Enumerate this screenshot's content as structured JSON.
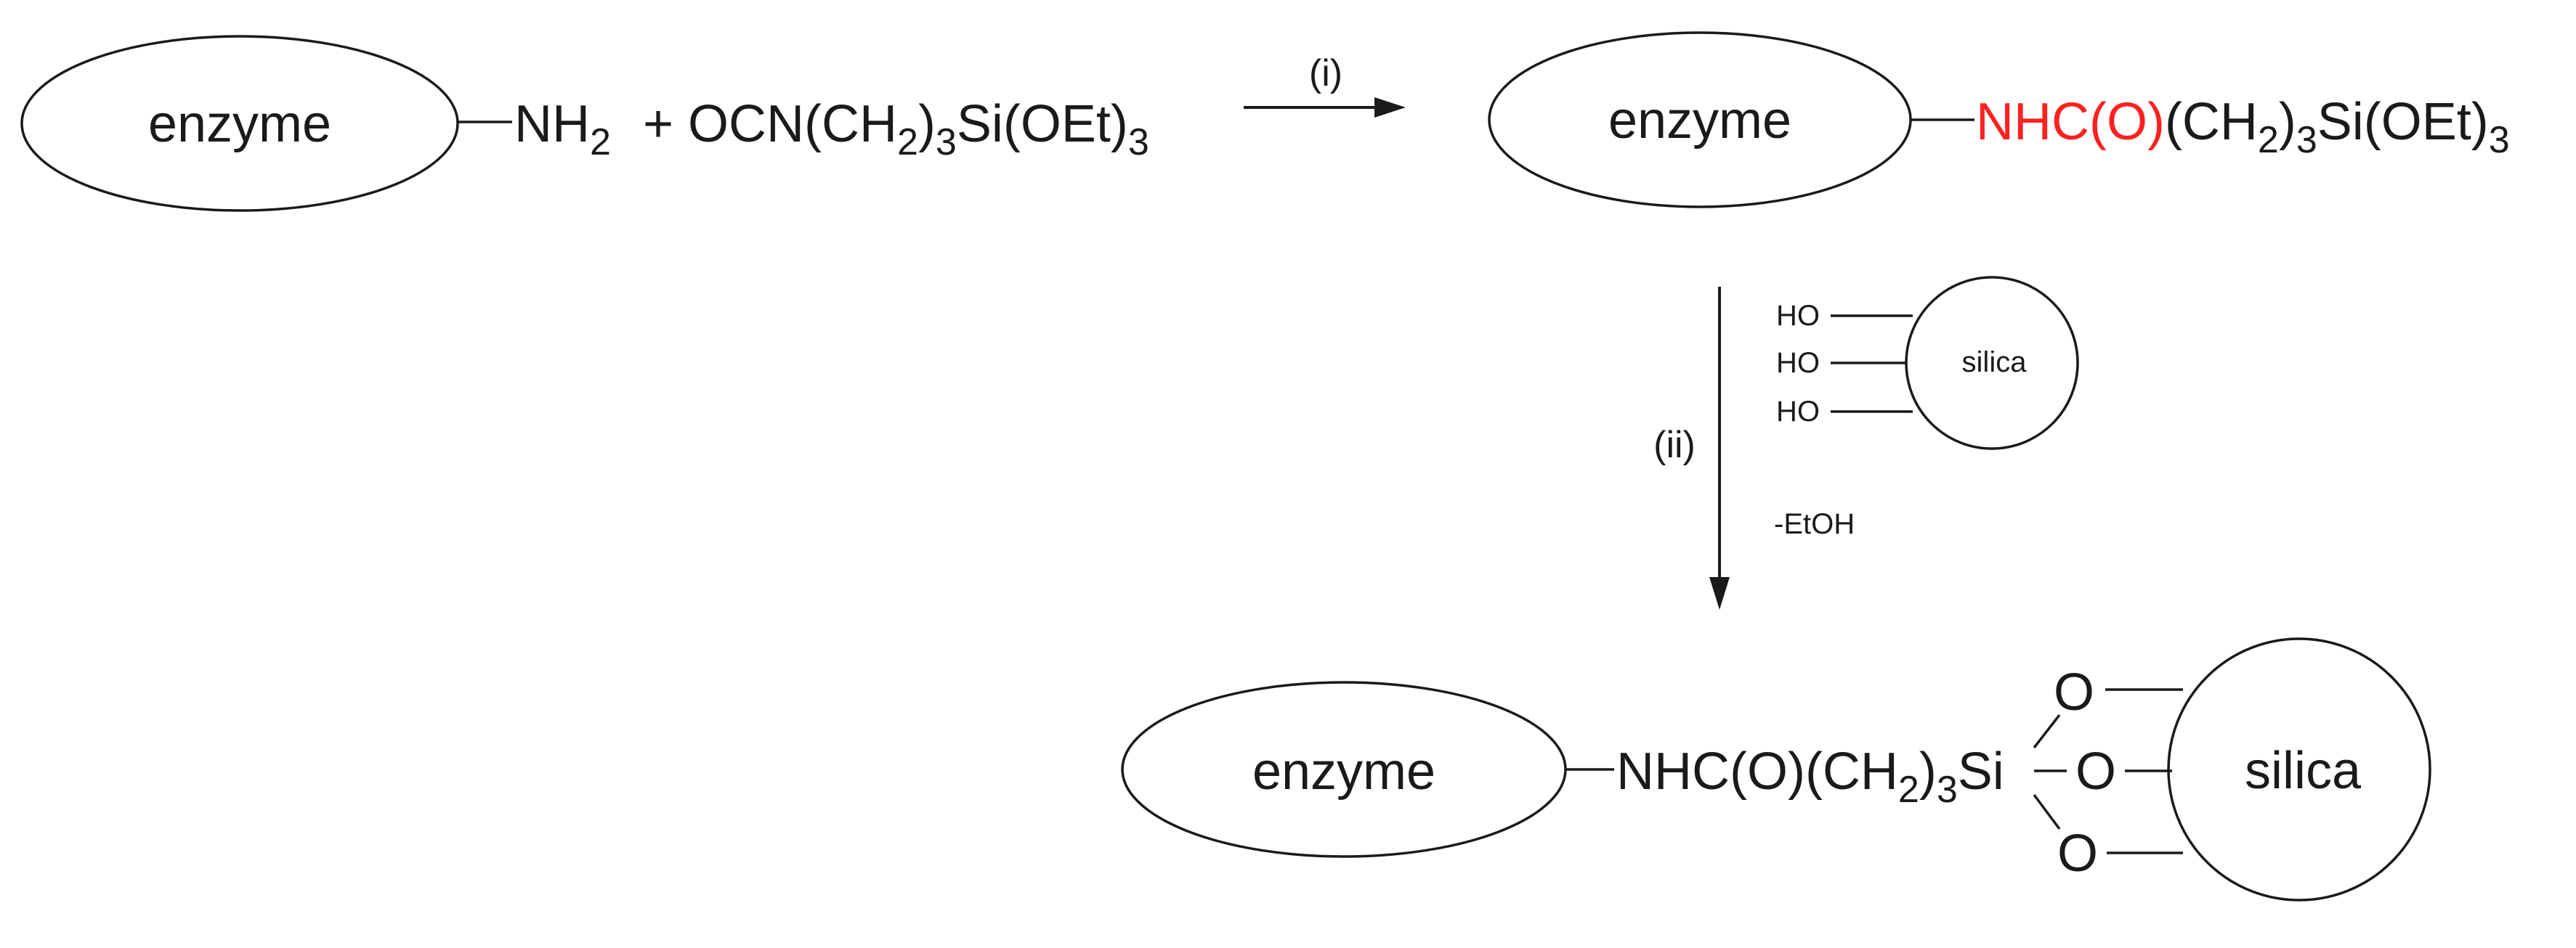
{
  "reactant": {
    "enzyme_label": "enzyme",
    "amine_main": "NH",
    "amine_sub": "2",
    "reagent": {
      "part1": "+ OCN(CH",
      "sub1": "2",
      "part2": ")",
      "sub2": "3",
      "part3": "Si(OEt)",
      "sub3": "3"
    }
  },
  "step1": {
    "label": "(i)"
  },
  "intermediate": {
    "enzyme_label": "enzyme",
    "highlight": "NHC(O)",
    "highlight_color": "#ff2020",
    "part1": "(CH",
    "sub1": "2",
    "part2": ")",
    "sub2": "3",
    "part3": "Si(OEt)",
    "sub3": "3"
  },
  "step2": {
    "label": "(ii)",
    "silica_label": "silica",
    "hydroxyls": [
      "HO",
      "HO",
      "HO"
    ],
    "byproduct": "-EtOH"
  },
  "product": {
    "enzyme_label": "enzyme",
    "part1": "NHC(O)(CH",
    "sub1": "2",
    "part2": ")",
    "sub2": "3",
    "part3": "Si",
    "oxygens": [
      "O",
      "O",
      "O"
    ],
    "silica_label": "silica"
  }
}
